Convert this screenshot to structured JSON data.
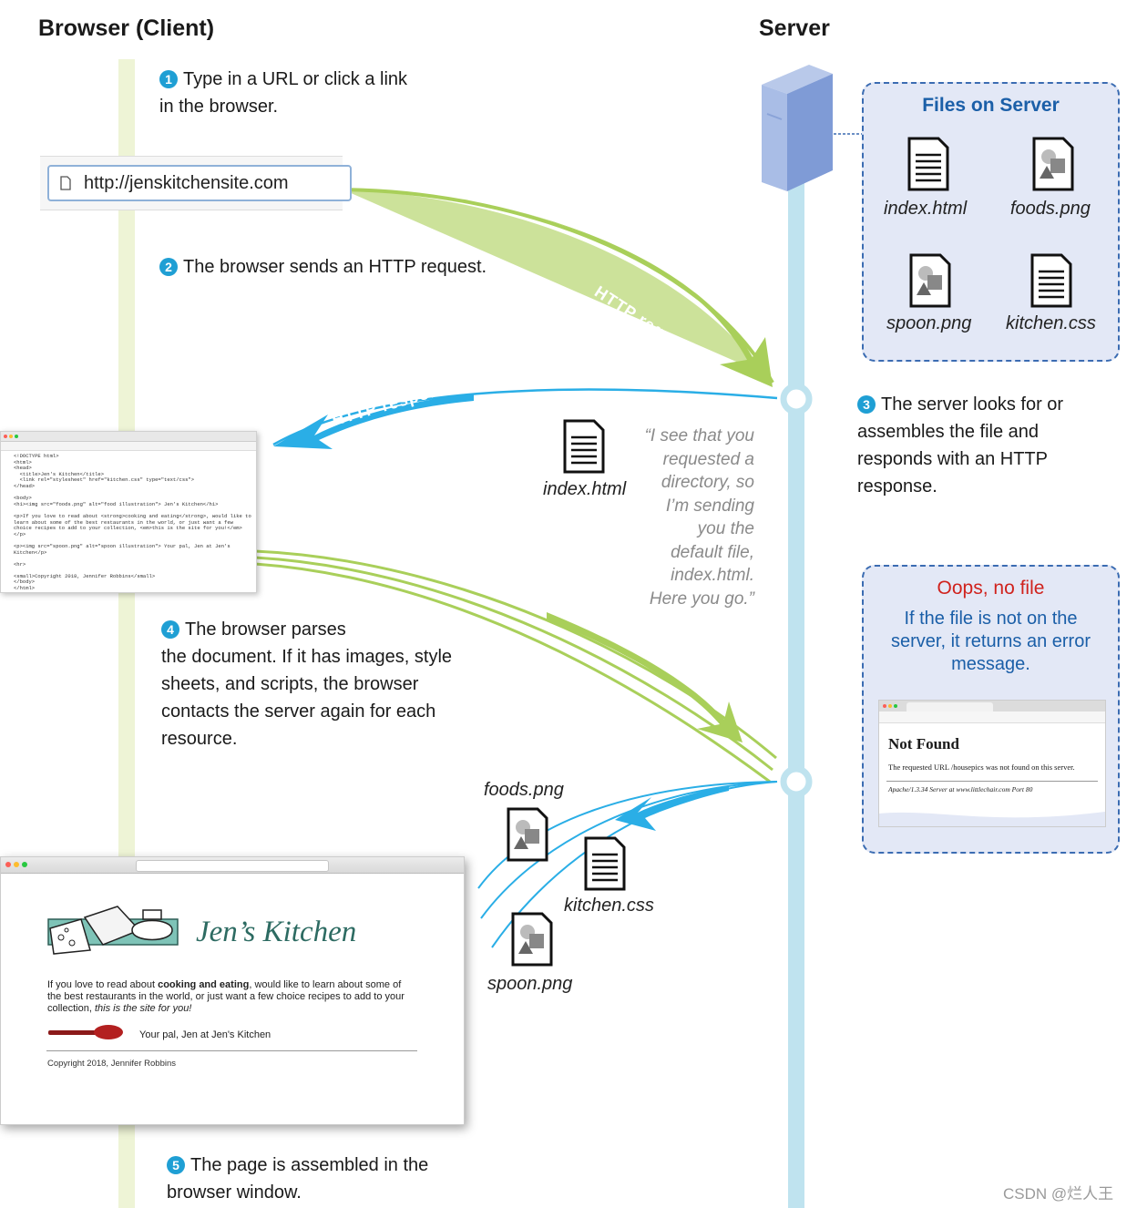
{
  "headings": {
    "client": "Browser (Client)",
    "server": "Server"
  },
  "steps": {
    "s1": {
      "num": "1",
      "line1": "Type in a URL or click a link",
      "line2": "in the browser."
    },
    "s2": {
      "num": "2",
      "text": "The browser sends an HTTP request."
    },
    "s3": {
      "num": "3",
      "line1": "The server looks for or",
      "line2": "assembles  the file and",
      "line3": "responds with an HTTP",
      "line4": "response."
    },
    "s4": {
      "num": "4",
      "line1": "The browser parses",
      "line2": "the document. If it has images, style",
      "line3": "sheets, and scripts, the browser",
      "line4": "contacts the server again for each",
      "line5": "resource."
    },
    "s5": {
      "num": "5",
      "line1": "The page is assembled in the",
      "line2": "browser window."
    }
  },
  "url_bar": {
    "url": "http://jenskitchensite.com",
    "icon": "page-icon"
  },
  "arrows": {
    "request": "HTTP request",
    "response": "HTTP response"
  },
  "files_panel": {
    "title": "Files on Server",
    "files": [
      "index.html",
      "foods.png",
      "spoon.png",
      "kitchen.css"
    ]
  },
  "response_file": "index.html",
  "quote": {
    "l1": "“I see that you",
    "l2": "requested a",
    "l3": "directory, so",
    "l4": "I’m sending",
    "l5": "you the",
    "l6": "default file,",
    "l7": "index.html.",
    "l8": "Here you go.”"
  },
  "resources": {
    "foods": "foods.png",
    "css": "kitchen.css",
    "spoon": "spoon.png"
  },
  "error_panel": {
    "title": "Oops, no file",
    "line1": "If the file is not on the",
    "line2": "server, it returns an error",
    "line3": "message.",
    "page_title": "Not Found",
    "page_msg": "The requested URL /housepics was not found on this server.",
    "page_footer": "Apache/1.3.34 Server at www.littlechair.com Port 80"
  },
  "code_lines": [
    "<!DOCTYPE html>",
    "<html>",
    "<head>",
    "  <title>Jen's Kitchen</title>",
    "  <link rel=\"stylesheet\" href=\"kitchen.css\" type=\"text/css\">",
    "</head>",
    "",
    "<body>",
    "<h1><img src=\"foods.png\" alt=\"food illustration\"> Jen's Kitchen</h1>",
    "",
    "<p>If you love to read about <strong>cooking and eating</strong>, would like to",
    "learn about some of the best restaurants in the world, or just want a few",
    "choice recipes to add to your collection, <em>this is the site for you!</em>",
    "</p>",
    "",
    "<p><img src=\"spoon.png\" alt=\"spoon illustration\"> Your pal, Jen at Jen's",
    "Kitchen</p>",
    "",
    "<hr>",
    "",
    "<small>Copyright 2018, Jennifer Robbins</small>",
    "</body>",
    "</html>"
  ],
  "final_page": {
    "title": "Jen’s Kitchen",
    "p_a": "If you love to read about ",
    "p_strong": "cooking and eating",
    "p_b": ", would like to learn about some of the best restaurants in the world, or just want a few choice recipes to add to your collection, ",
    "p_em": "this is the site for you!",
    "signoff": "Your pal, Jen at Jen's Kitchen",
    "copyright": "Copyright 2018, Jennifer Robbins"
  },
  "watermark": "CSDN @烂人王",
  "colors": {
    "request": "#a9cf5a",
    "response": "#2aaee6",
    "accent": "#1f9fd4",
    "error": "#d0221d",
    "panel": "#e3e8f6"
  }
}
